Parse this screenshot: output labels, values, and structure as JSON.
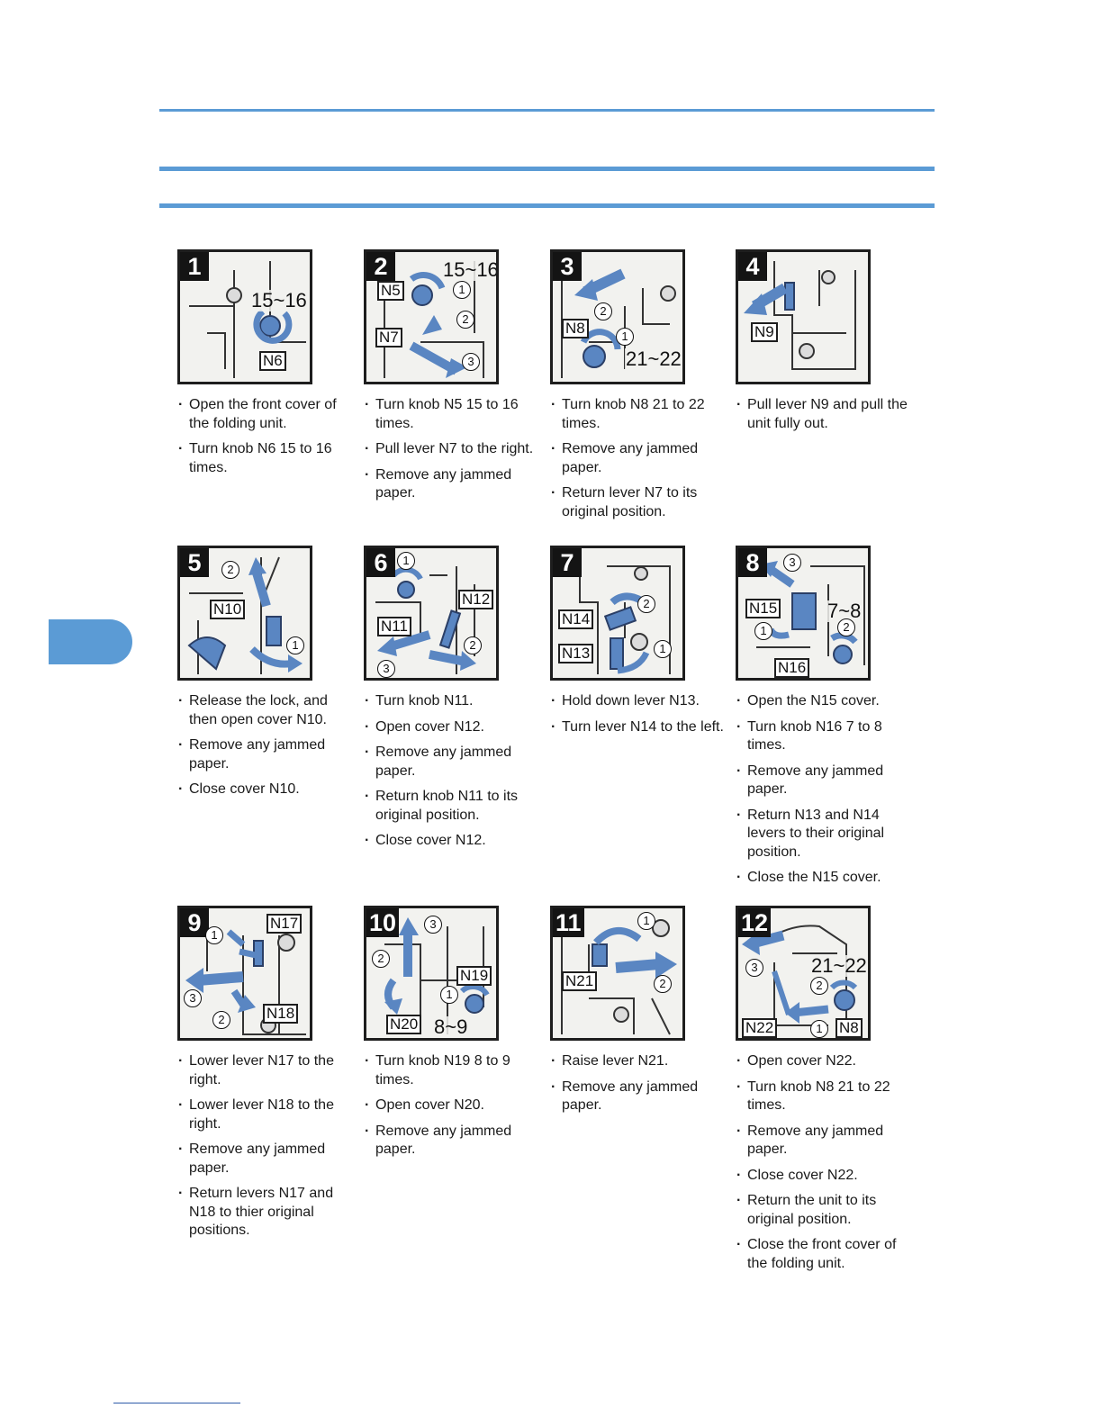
{
  "steps": [
    {
      "number": "1",
      "labels": [
        "N6"
      ],
      "counts": [
        "15~16"
      ],
      "circles": [],
      "bullets": [
        "Open the front cover of the folding unit.",
        "Turn knob N6 15 to 16 times."
      ]
    },
    {
      "number": "2",
      "labels": [
        "N5",
        "N7"
      ],
      "counts": [
        "15~16"
      ],
      "circles": [
        "1",
        "2",
        "3"
      ],
      "bullets": [
        "Turn knob N5 15 to 16 times.",
        "Pull lever N7 to the right.",
        "Remove any jammed paper."
      ]
    },
    {
      "number": "3",
      "labels": [
        "N8"
      ],
      "counts": [
        "21~22"
      ],
      "circles": [
        "2",
        "1"
      ],
      "bullets": [
        "Turn knob N8 21 to 22 times.",
        "Remove any jammed paper.",
        "Return lever N7 to its original position."
      ]
    },
    {
      "number": "4",
      "labels": [
        "N9"
      ],
      "counts": [],
      "circles": [],
      "bullets": [
        "Pull lever N9 and pull the unit fully out."
      ]
    },
    {
      "number": "5",
      "labels": [
        "N10"
      ],
      "counts": [],
      "circles": [
        "2",
        "1"
      ],
      "bullets": [
        "Release the lock, and then open cover N10.",
        "Remove any jammed paper.",
        "Close cover N10."
      ]
    },
    {
      "number": "6",
      "labels": [
        "N12",
        "N11"
      ],
      "counts": [],
      "circles": [
        "1",
        "2",
        "3"
      ],
      "bullets": [
        "Turn knob N11.",
        "Open cover N12.",
        "Remove any jammed paper.",
        "Return knob N11 to its original position.",
        "Close cover N12."
      ]
    },
    {
      "number": "7",
      "labels": [
        "N14",
        "N13"
      ],
      "counts": [],
      "circles": [
        "2",
        "1"
      ],
      "bullets": [
        "Hold down lever N13.",
        "Turn lever N14 to the left."
      ]
    },
    {
      "number": "8",
      "labels": [
        "N15",
        "N16"
      ],
      "counts": [
        "7~8"
      ],
      "circles": [
        "3",
        "1",
        "2"
      ],
      "bullets": [
        "Open the N15 cover.",
        "Turn knob N16 7 to 8 times.",
        "Remove any jammed paper.",
        "Return N13 and N14 levers to their original position.",
        "Close the N15 cover."
      ]
    },
    {
      "number": "9",
      "labels": [
        "N17",
        "N18"
      ],
      "counts": [],
      "circles": [
        "1",
        "3",
        "2"
      ],
      "bullets": [
        "Lower lever N17 to the right.",
        "Lower lever N18 to the right.",
        "Remove any jammed paper.",
        "Return levers N17 and N18 to thier original positions."
      ]
    },
    {
      "number": "10",
      "labels": [
        "N19",
        "N20"
      ],
      "counts": [
        "8~9"
      ],
      "circles": [
        "3",
        "2",
        "1"
      ],
      "bullets": [
        "Turn knob N19 8 to 9 times.",
        "Open cover N20.",
        "Remove any jammed paper."
      ]
    },
    {
      "number": "11",
      "labels": [
        "N21"
      ],
      "counts": [],
      "circles": [
        "1",
        "2"
      ],
      "bullets": [
        "Raise lever N21.",
        "Remove any jammed paper."
      ]
    },
    {
      "number": "12",
      "labels": [
        "N22",
        "N8"
      ],
      "counts": [
        "21~22"
      ],
      "circles": [
        "3",
        "2",
        "1"
      ],
      "bullets": [
        "Open cover N22.",
        "Turn knob N8 21 to 22 times.",
        "Remove any jammed paper.",
        "Close cover N22.",
        "Return the unit to its original position.",
        "Close the front cover of the folding unit."
      ]
    }
  ],
  "colors": {
    "accent": "#5b9bd5",
    "illustration_blue": "#5a86c2",
    "frame": "#1e1e1e"
  }
}
